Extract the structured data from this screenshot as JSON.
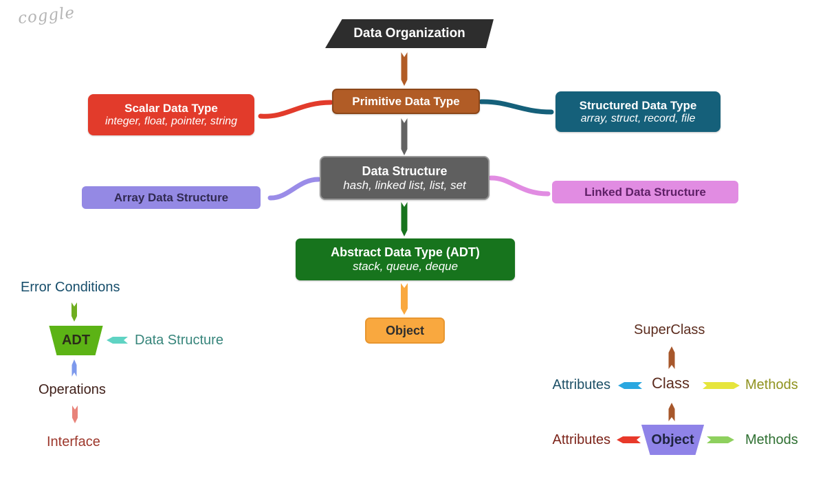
{
  "watermark": "coggle",
  "colors": {
    "data_organization": "#2d2d2d",
    "primitive": "#b15c26",
    "scalar": "#e23b2b",
    "structured": "#15607a",
    "data_structure": "#5f5f5f",
    "array": "#9489e4",
    "linked": "#e18ce2",
    "adt": "#17741d",
    "object_main": "#f9a83f",
    "adt_trapezoid": "#5cb315",
    "object_trapezoid": "#8f83e8",
    "arrow_brown": "#b15c26",
    "arrow_gray": "#636363",
    "arrow_green": "#17741d",
    "arrow_orange": "#f9a83f",
    "arrow_yellow_green": "#6fae20",
    "arrow_teal": "#5fd3c3",
    "arrow_blue": "#7d99ec",
    "arrow_salmon": "#e8837a",
    "arrow_class_brown": "#a7572b",
    "arrow_cyan": "#2aa7e0",
    "arrow_yellow": "#e6e53c",
    "arrow_red": "#e8392a",
    "arrow_light_green": "#8ed05e"
  },
  "nodes": {
    "data_organization": {
      "title": "Data Organization"
    },
    "primitive": {
      "title": "Primitive Data Type"
    },
    "scalar": {
      "title": "Scalar Data Type",
      "subtitle": "integer, float, pointer, string"
    },
    "structured": {
      "title": "Structured Data Type",
      "subtitle": "array, struct, record, file"
    },
    "data_structure": {
      "title": "Data Structure",
      "subtitle": "hash, linked list, list, set"
    },
    "array": {
      "title": "Array Data Structure"
    },
    "linked": {
      "title": "Linked Data Structure"
    },
    "adt": {
      "title": "Abstract Data Type (ADT)",
      "subtitle": "stack, queue, deque"
    },
    "object": {
      "title": "Object"
    }
  },
  "adt_cluster": {
    "error_conditions": "Error Conditions",
    "adt_label": "ADT",
    "data_structure_label": "Data Structure",
    "operations": "Operations",
    "interface": "Interface"
  },
  "class_cluster": {
    "superclass": "SuperClass",
    "class_label": "Class",
    "attributes_class": "Attributes",
    "methods_class": "Methods",
    "object_label": "Object",
    "attributes_object": "Attributes",
    "methods_object": "Methods"
  }
}
